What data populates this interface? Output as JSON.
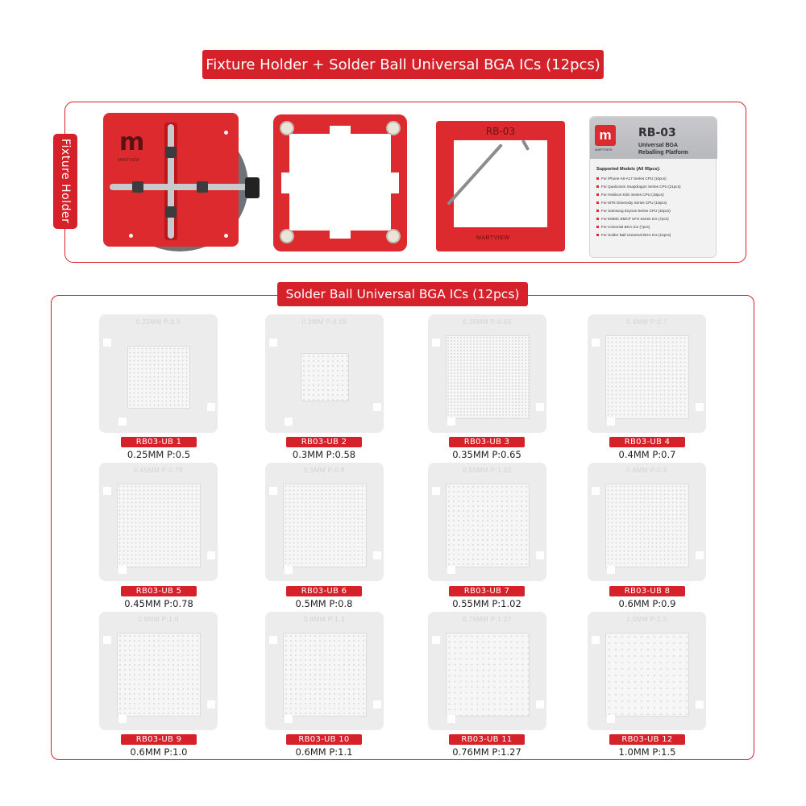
{
  "header": {
    "title": "Fixture Holder + Solder Ball Universal BGA ICs (12pcs)"
  },
  "fixture_section": {
    "side_label": "Fixture Holder",
    "holder": {
      "brand": "MARTVIEW"
    },
    "rb03_plate": {
      "title": "RB-03",
      "brand": "MARTVIEW"
    },
    "package": {
      "logo_sub": "MARTVIEW",
      "model": "RB-03",
      "subtitle_line1": "Universal BGA",
      "subtitle_line2": "Reballing Platform",
      "supported_title": "Supported Models (All 95pcs):",
      "models": [
        "For iPhone A8-A17 Series CPU (10pcs)",
        "For Qualcomm Snapdragon Series CPU (21pcs)",
        "For Hisilicon Kirin Series CPU (18pcs)",
        "For MTK Dimensity Series CPU (10pcs)",
        "For Samsung Exynos Series CPU (10pcs)",
        "For EMMC EMCP UFS Series ICs (7pcs)",
        "For Universal BGA ICs (7pcs)",
        "For Solder Ball Universal BGA ICs (12pcs)"
      ]
    }
  },
  "ics_section": {
    "title": "Solder Ball Universal BGA ICs (12pcs)",
    "stencils": [
      {
        "code": "RB03-UB 1",
        "spec": "0.25MM P:0.5",
        "plate_label": "0.25MM P:0.5",
        "pad": 78,
        "pitch": 5
      },
      {
        "code": "RB03-UB 2",
        "spec": "0.3MM P:0.58",
        "plate_label": "0.3MM P:0.58",
        "pad": 60,
        "pitch": 6
      },
      {
        "code": "RB03-UB 3",
        "spec": "0.35MM P:0.65",
        "plate_label": "0.35MM P:0.65",
        "pad": 104,
        "pitch": 4
      },
      {
        "code": "RB03-UB 4",
        "spec": "0.4MM P:0.7",
        "plate_label": "0.4MM P:0.7",
        "pad": 104,
        "pitch": 5
      },
      {
        "code": "RB03-UB 5",
        "spec": "0.45MM P:0.78",
        "plate_label": "0.45MM P:0.78",
        "pad": 104,
        "pitch": 5
      },
      {
        "code": "RB03-UB 6",
        "spec": "0.5MM P:0.8",
        "plate_label": "0.5MM P:0.8",
        "pad": 104,
        "pitch": 5
      },
      {
        "code": "RB03-UB 7",
        "spec": "0.55MM P:1.02",
        "plate_label": "0.55MM P:1.02",
        "pad": 104,
        "pitch": 6
      },
      {
        "code": "RB03-UB 8",
        "spec": "0.6MM P:0.9",
        "plate_label": "0.6MM P:0.9",
        "pad": 104,
        "pitch": 5
      },
      {
        "code": "RB03-UB 9",
        "spec": "0.6MM P:1.0",
        "plate_label": "0.6MM P:1.0",
        "pad": 104,
        "pitch": 6
      },
      {
        "code": "RB03-UB 10",
        "spec": "0.6MM P:1.1",
        "plate_label": "0.6MM P:1.1",
        "pad": 104,
        "pitch": 6
      },
      {
        "code": "RB03-UB 11",
        "spec": "0.76MM P:1.27",
        "plate_label": "0.76MM P:1.27",
        "pad": 104,
        "pitch": 7
      },
      {
        "code": "RB03-UB 12",
        "spec": "1.0MM P:1.5",
        "plate_label": "1.0MM P:1.5",
        "pad": 104,
        "pitch": 8
      }
    ]
  },
  "colors": {
    "accent": "#d4212a",
    "stencil": "#ececed"
  }
}
